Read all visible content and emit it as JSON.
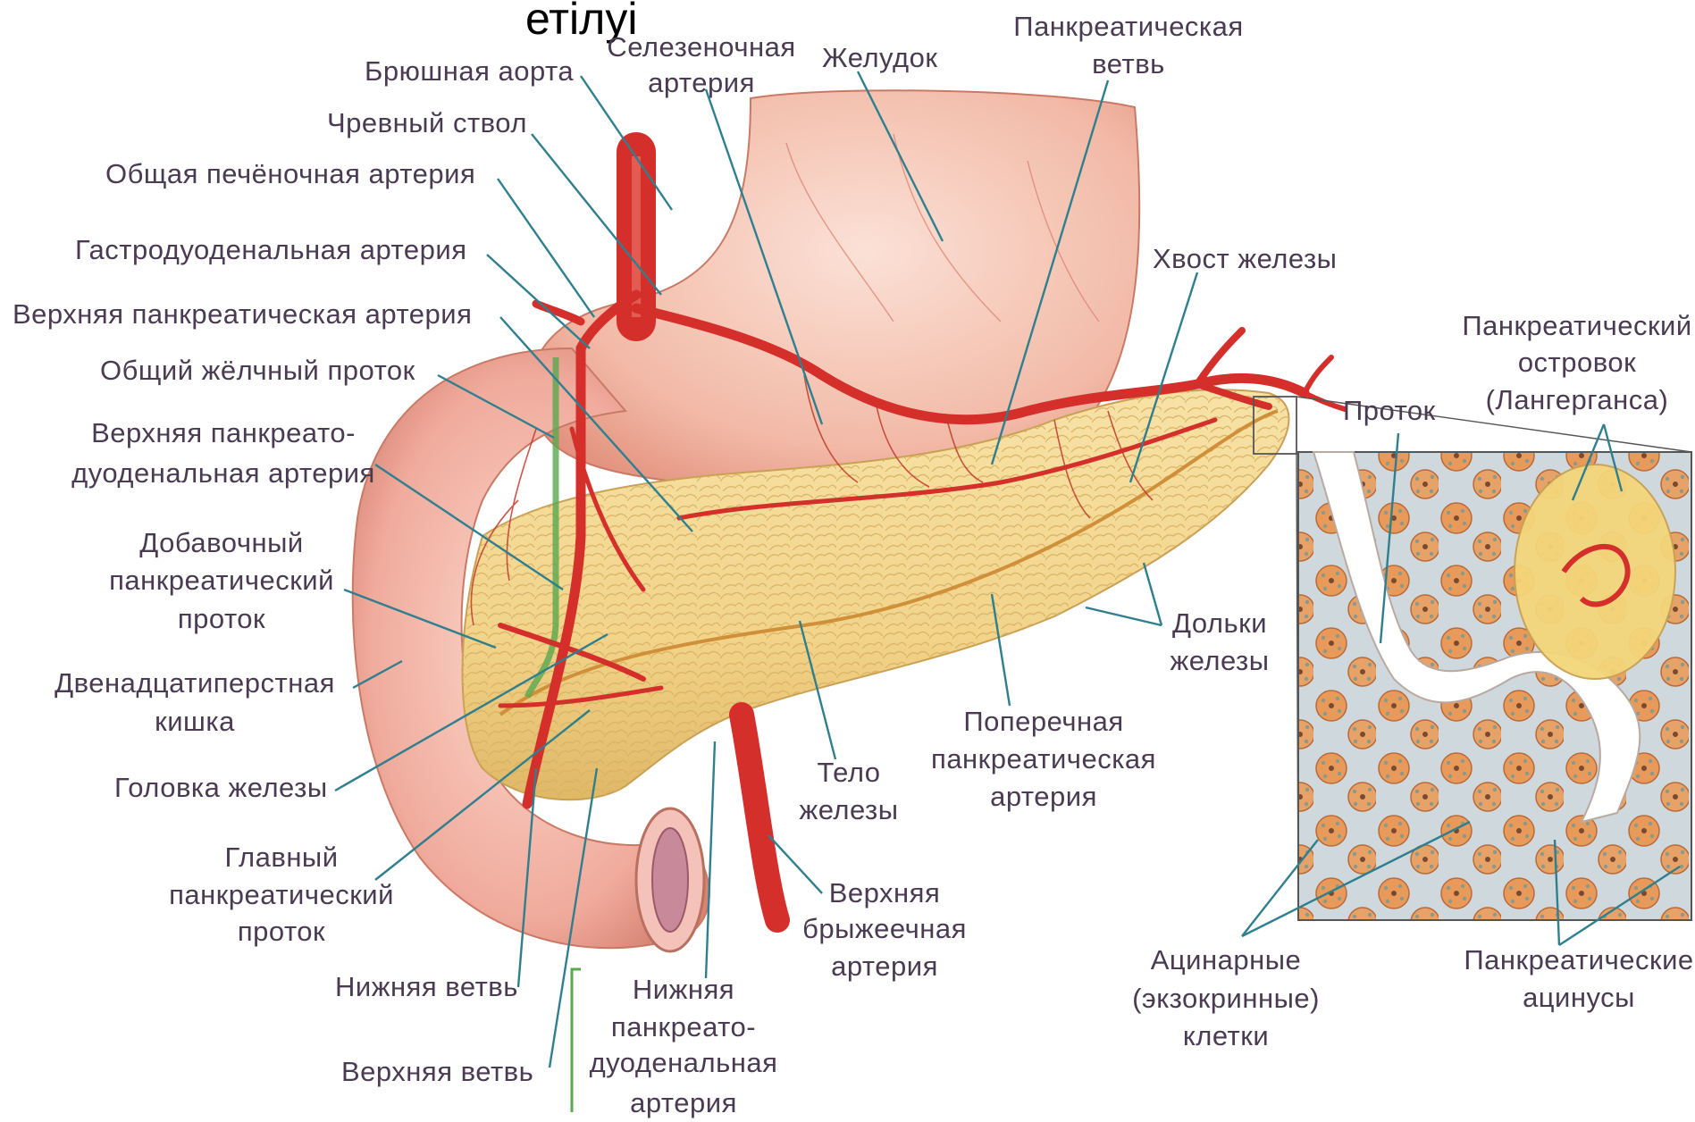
{
  "header": {
    "title_fragment": "етілуі"
  },
  "labels": {
    "abdominal_aorta": "Брюшная аорта",
    "splenic_artery_1": "Селезеночная",
    "splenic_artery_2": "артерия",
    "stomach": "Желудок",
    "pancreatic_branch_1": "Панкреатическая",
    "pancreatic_branch_2": "ветвь",
    "celiac_trunk": "Чревный ствол",
    "common_hepatic_artery": "Общая печёночная артерия",
    "gastroduodenal_artery": "Гастродуоденальная артерия",
    "superior_pancreatic_artery": "Верхняя панкреатическая артерия",
    "common_bile_duct": "Общий жёлчный проток",
    "sup_pd_artery_1": "Верхняя панкреато-",
    "sup_pd_artery_2": "дуоденальная артерия",
    "accessory_duct_1": "Добавочный",
    "accessory_duct_2": "панкреатический",
    "accessory_duct_3": "проток",
    "duodenum_1": "Двенадцатиперстная",
    "duodenum_2": "кишка",
    "head": "Головка железы",
    "main_duct_1": "Главный",
    "main_duct_2": "панкреатический",
    "main_duct_3": "проток",
    "inferior_branch": "Нижняя ветвь",
    "superior_branch": "Верхняя ветвь",
    "inf_pd_artery_1": "Нижняя",
    "inf_pd_artery_2": "панкреато-",
    "inf_pd_artery_3": "дуоденальная",
    "inf_pd_artery_4": "артерия",
    "body_1": "Тело",
    "body_2": "железы",
    "sma_1": "Верхняя",
    "sma_2": "брыжеечная",
    "sma_3": "артерия",
    "transverse_1": "Поперечная",
    "transverse_2": "панкреатическая",
    "transverse_3": "артерия",
    "tail": "Хвост железы",
    "lobules_1": "Дольки",
    "lobules_2": "железы",
    "islet_1": "Панкреатический",
    "islet_2": "островок",
    "islet_3": "(Лангерганса)",
    "duct": "Проток",
    "acinar_1": "Ацинарные",
    "acinar_2": "(экзокринные)",
    "acinar_3": "клетки",
    "acini_1": "Панкреатические",
    "acini_2": "ацинусы"
  },
  "colors": {
    "stomach": "#f2b9a6",
    "duodenum": "#f0ab9c",
    "pancreas": "#f2d48a",
    "artery": "#d42f2a",
    "bile_duct": "#5aa84f",
    "leader": "#2f7f8f",
    "acinus": "#e89a5a",
    "tissue_bg": "#cfd9dd"
  }
}
